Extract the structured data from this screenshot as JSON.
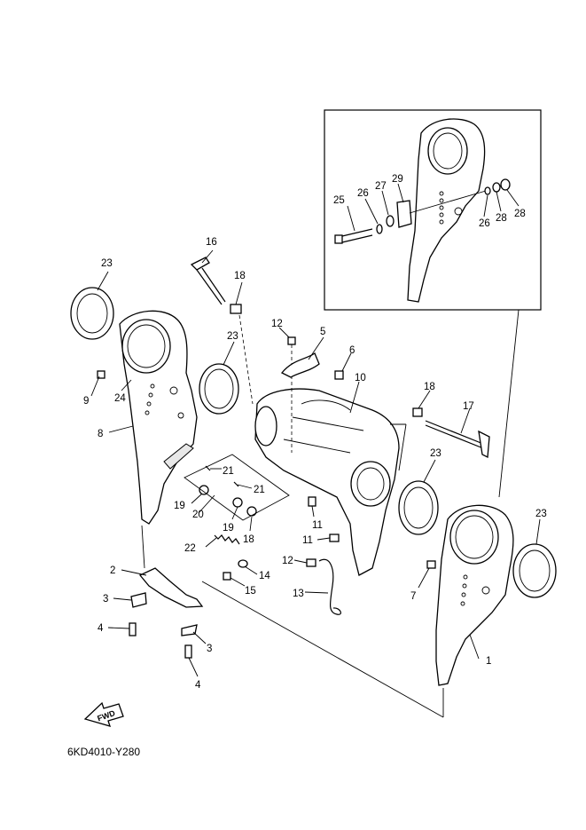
{
  "diagram": {
    "code": "6KD4010-Y280",
    "fwd_label": "FWD",
    "callouts": [
      {
        "id": "c1",
        "text": "1"
      },
      {
        "id": "c2",
        "text": "2"
      },
      {
        "id": "c3a",
        "text": "3"
      },
      {
        "id": "c3b",
        "text": "3"
      },
      {
        "id": "c4a",
        "text": "4"
      },
      {
        "id": "c4b",
        "text": "4"
      },
      {
        "id": "c5",
        "text": "5"
      },
      {
        "id": "c6",
        "text": "6"
      },
      {
        "id": "c7",
        "text": "7"
      },
      {
        "id": "c8",
        "text": "8"
      },
      {
        "id": "c9",
        "text": "9"
      },
      {
        "id": "c10",
        "text": "10"
      },
      {
        "id": "c11a",
        "text": "11"
      },
      {
        "id": "c11b",
        "text": "11"
      },
      {
        "id": "c12a",
        "text": "12"
      },
      {
        "id": "c12b",
        "text": "12"
      },
      {
        "id": "c13",
        "text": "13"
      },
      {
        "id": "c14",
        "text": "14"
      },
      {
        "id": "c15",
        "text": "15"
      },
      {
        "id": "c16",
        "text": "16"
      },
      {
        "id": "c17",
        "text": "17"
      },
      {
        "id": "c18a",
        "text": "18"
      },
      {
        "id": "c18b",
        "text": "18"
      },
      {
        "id": "c18c",
        "text": "18"
      },
      {
        "id": "c19a",
        "text": "19"
      },
      {
        "id": "c19b",
        "text": "19"
      },
      {
        "id": "c20",
        "text": "20"
      },
      {
        "id": "c21a",
        "text": "21"
      },
      {
        "id": "c21b",
        "text": "21"
      },
      {
        "id": "c22",
        "text": "22"
      },
      {
        "id": "c23a",
        "text": "23"
      },
      {
        "id": "c23b",
        "text": "23"
      },
      {
        "id": "c23c",
        "text": "23"
      },
      {
        "id": "c23d",
        "text": "23"
      },
      {
        "id": "c24",
        "text": "24"
      },
      {
        "id": "c25",
        "text": "25"
      },
      {
        "id": "c26a",
        "text": "26"
      },
      {
        "id": "c26b",
        "text": "26"
      },
      {
        "id": "c27",
        "text": "27"
      },
      {
        "id": "c28a",
        "text": "28"
      },
      {
        "id": "c28b",
        "text": "28"
      },
      {
        "id": "c29",
        "text": "29"
      }
    ]
  }
}
